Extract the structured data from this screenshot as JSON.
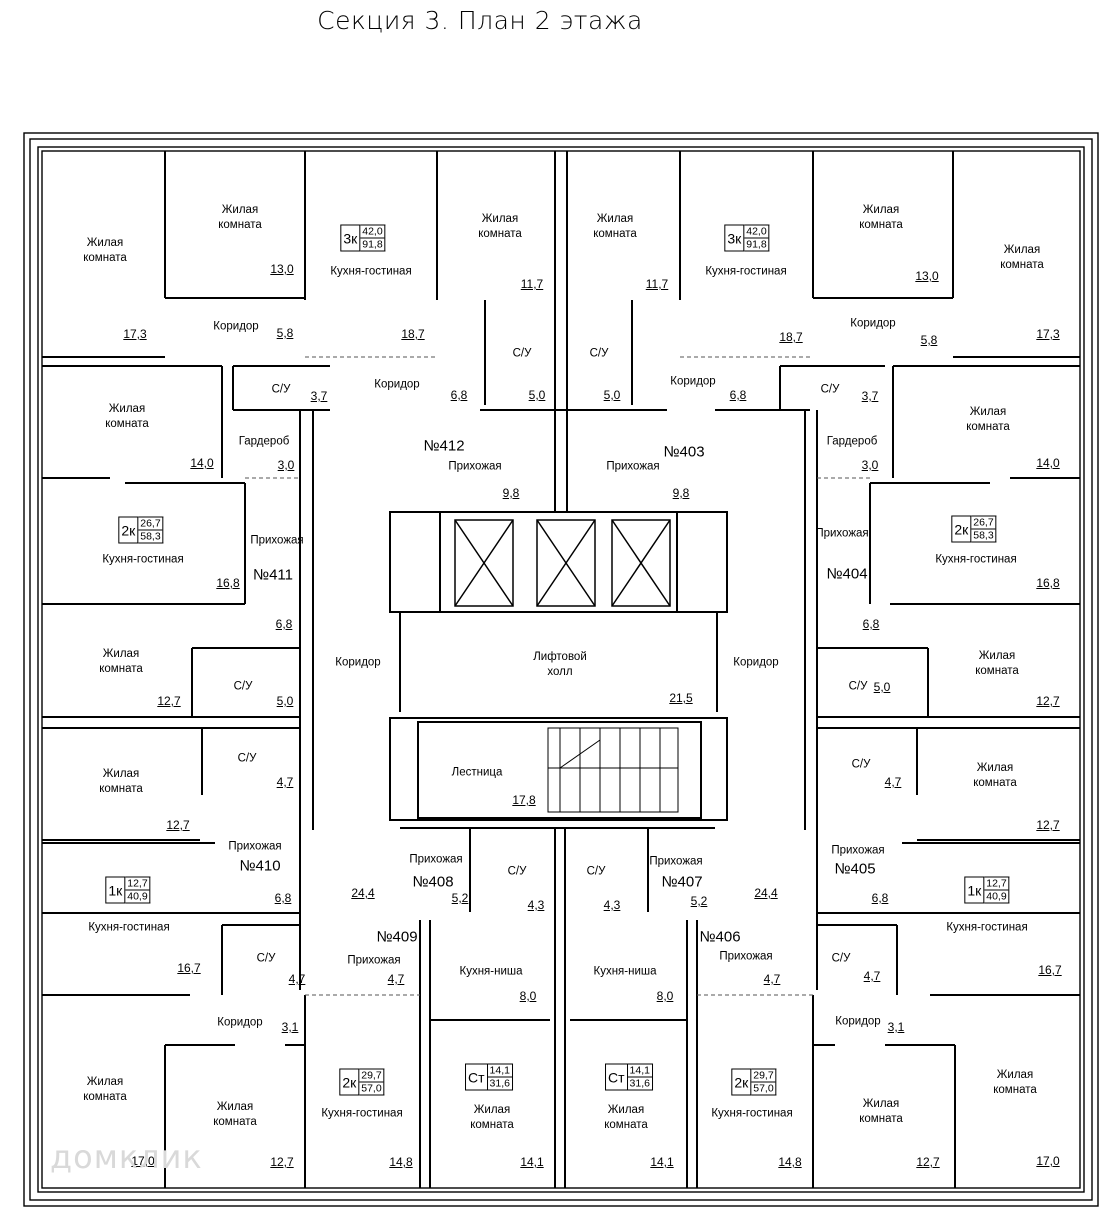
{
  "title": "Секция 3. План 2 этажа",
  "watermark": "домклик",
  "rooms": [
    {
      "id": "r1",
      "name": "Жилая\nкомната",
      "area": "17,3"
    },
    {
      "id": "r2",
      "name": "Жилая\nкомната",
      "area": "13,0"
    },
    {
      "id": "r3",
      "name": "Коридор",
      "area": "5,8"
    },
    {
      "id": "r4",
      "name": "Кухня-гостиная",
      "area": "18,7"
    },
    {
      "id": "r5",
      "name": "Жилая\nкомната",
      "area": "11,7"
    },
    {
      "id": "r6",
      "name": "С/У",
      "area": "3,7"
    },
    {
      "id": "r7",
      "name": "Коридор",
      "area": "6,8"
    },
    {
      "id": "r8",
      "name": "С/У",
      "area": "5,0"
    },
    {
      "id": "r9",
      "name": "Жилая\nкомната",
      "area": "11,7"
    },
    {
      "id": "r10",
      "name": "С/У",
      "area": "5,0"
    },
    {
      "id": "r11",
      "name": "Кухня-гостиная",
      "area": "18,7"
    },
    {
      "id": "r12",
      "name": "Коридор",
      "area": "6,8"
    },
    {
      "id": "r13",
      "name": "Жилая\nкомната",
      "area": "13,0"
    },
    {
      "id": "r14",
      "name": "Коридор",
      "area": "5,8"
    },
    {
      "id": "r15",
      "name": "Жилая\nкомната",
      "area": "17,3"
    },
    {
      "id": "r16",
      "name": "С/У",
      "area": "3,7"
    },
    {
      "id": "r17",
      "name": "Жилая\nкомната",
      "area": "14,0"
    },
    {
      "id": "r18",
      "name": "Гардероб",
      "area": "3,0"
    },
    {
      "id": "r19",
      "name": "Прихожая",
      "area": "9,8"
    },
    {
      "id": "r20",
      "name": "Прихожая",
      "area": "9,8"
    },
    {
      "id": "r21",
      "name": "Гардероб",
      "area": "3,0"
    },
    {
      "id": "r22",
      "name": "Жилая\nкомната",
      "area": "14,0"
    },
    {
      "id": "r23",
      "name": "Кухня-гостиная",
      "area": "16,8"
    },
    {
      "id": "r24",
      "name": "Прихожая",
      "area": ""
    },
    {
      "id": "r25",
      "name": "Прихожая",
      "area": ""
    },
    {
      "id": "r26",
      "name": "Кухня-гостиная",
      "area": "16,8"
    },
    {
      "id": "r27",
      "name": "Жилая\nкомната",
      "area": "12,7"
    },
    {
      "id": "r28",
      "name": "С/У",
      "area": "5,0"
    },
    {
      "id": "r29",
      "name": "",
      "area": "6,8"
    },
    {
      "id": "r30",
      "name": "Коридор",
      "area": ""
    },
    {
      "id": "r31",
      "name": "Лифтовой\nхолл",
      "area": "21,5"
    },
    {
      "id": "r32",
      "name": "Коридор",
      "area": ""
    },
    {
      "id": "r33",
      "name": "",
      "area": "6,8"
    },
    {
      "id": "r34",
      "name": "С/У",
      "area": "5,0"
    },
    {
      "id": "r35",
      "name": "Жилая\nкомната",
      "area": "12,7"
    },
    {
      "id": "r36",
      "name": "Жилая\nкомната",
      "area": "12,7"
    },
    {
      "id": "r37",
      "name": "С/У",
      "area": "4,7"
    },
    {
      "id": "r38",
      "name": "Лестница",
      "area": "17,8"
    },
    {
      "id": "r39",
      "name": "С/У",
      "area": "4,7"
    },
    {
      "id": "r40",
      "name": "Жилая\nкомната",
      "area": "12,7"
    },
    {
      "id": "r41",
      "name": "Прихожая",
      "area": "6,8"
    },
    {
      "id": "r42",
      "name": "Прихожая",
      "area": "6,8"
    },
    {
      "id": "r43",
      "name": "Кухня-гостиная",
      "area": "16,7"
    },
    {
      "id": "r44",
      "name": "",
      "area": "24,4"
    },
    {
      "id": "r45",
      "name": "Прихожая",
      "area": "5,2"
    },
    {
      "id": "r46",
      "name": "С/У",
      "area": "4,3"
    },
    {
      "id": "r47",
      "name": "С/У",
      "area": "4,3"
    },
    {
      "id": "r48",
      "name": "Прихожая",
      "area": "5,2"
    },
    {
      "id": "r49",
      "name": "",
      "area": "24,4"
    },
    {
      "id": "r50",
      "name": "Кухня-гостиная",
      "area": "16,7"
    },
    {
      "id": "r51",
      "name": "С/У",
      "area": "4,7"
    },
    {
      "id": "r52",
      "name": "Прихожая",
      "area": "4,7"
    },
    {
      "id": "r53",
      "name": "Кухня-ниша",
      "area": "8,0"
    },
    {
      "id": "r54",
      "name": "Кухня-ниша",
      "area": "8,0"
    },
    {
      "id": "r55",
      "name": "Прихожая",
      "area": "4,7"
    },
    {
      "id": "r56",
      "name": "С/У",
      "area": "4,7"
    },
    {
      "id": "r57",
      "name": "Коридор",
      "area": "3,1"
    },
    {
      "id": "r58",
      "name": "Коридор",
      "area": "3,1"
    },
    {
      "id": "r59",
      "name": "Жилая\nкомната",
      "area": "17,0"
    },
    {
      "id": "r60",
      "name": "Жилая\nкомната",
      "area": "12,7"
    },
    {
      "id": "r61",
      "name": "Кухня-гостиная",
      "area": "14,8"
    },
    {
      "id": "r62",
      "name": "Жилая\nкомната",
      "area": "14,1"
    },
    {
      "id": "r63",
      "name": "Жилая\nкомната",
      "area": "14,1"
    },
    {
      "id": "r64",
      "name": "Кухня-гостиная",
      "area": "14,8"
    },
    {
      "id": "r65",
      "name": "Жилая\nкомната",
      "area": "12,7"
    },
    {
      "id": "r66",
      "name": "Жилая\nкомната",
      "area": "17,0"
    }
  ],
  "apartments": [
    {
      "id": "a412",
      "number": "№412"
    },
    {
      "id": "a403",
      "number": "№403"
    },
    {
      "id": "a411",
      "number": "№411"
    },
    {
      "id": "a404",
      "number": "№404"
    },
    {
      "id": "a410",
      "number": "№410"
    },
    {
      "id": "a405",
      "number": "№405"
    },
    {
      "id": "a408",
      "number": "№408"
    },
    {
      "id": "a407",
      "number": "№407"
    },
    {
      "id": "a409",
      "number": "№409"
    },
    {
      "id": "a406",
      "number": "№406"
    }
  ],
  "badges": [
    {
      "id": "b412",
      "type": "3к",
      "living": "42,0",
      "total": "91,8"
    },
    {
      "id": "b403",
      "type": "3к",
      "living": "42,0",
      "total": "91,8"
    },
    {
      "id": "b411",
      "type": "2к",
      "living": "26,7",
      "total": "58,3"
    },
    {
      "id": "b404",
      "type": "2к",
      "living": "26,7",
      "total": "58,3"
    },
    {
      "id": "b410",
      "type": "1к",
      "living": "12,7",
      "total": "40,9"
    },
    {
      "id": "b405",
      "type": "1к",
      "living": "12,7",
      "total": "40,9"
    },
    {
      "id": "b409",
      "type": "2к",
      "living": "29,7",
      "total": "57,0"
    },
    {
      "id": "b408",
      "type": "Ст",
      "living": "14,1",
      "total": "31,6"
    },
    {
      "id": "b407",
      "type": "Ст",
      "living": "14,1",
      "total": "31,6"
    },
    {
      "id": "b406",
      "type": "2к",
      "living": "29,7",
      "total": "57,0"
    }
  ]
}
